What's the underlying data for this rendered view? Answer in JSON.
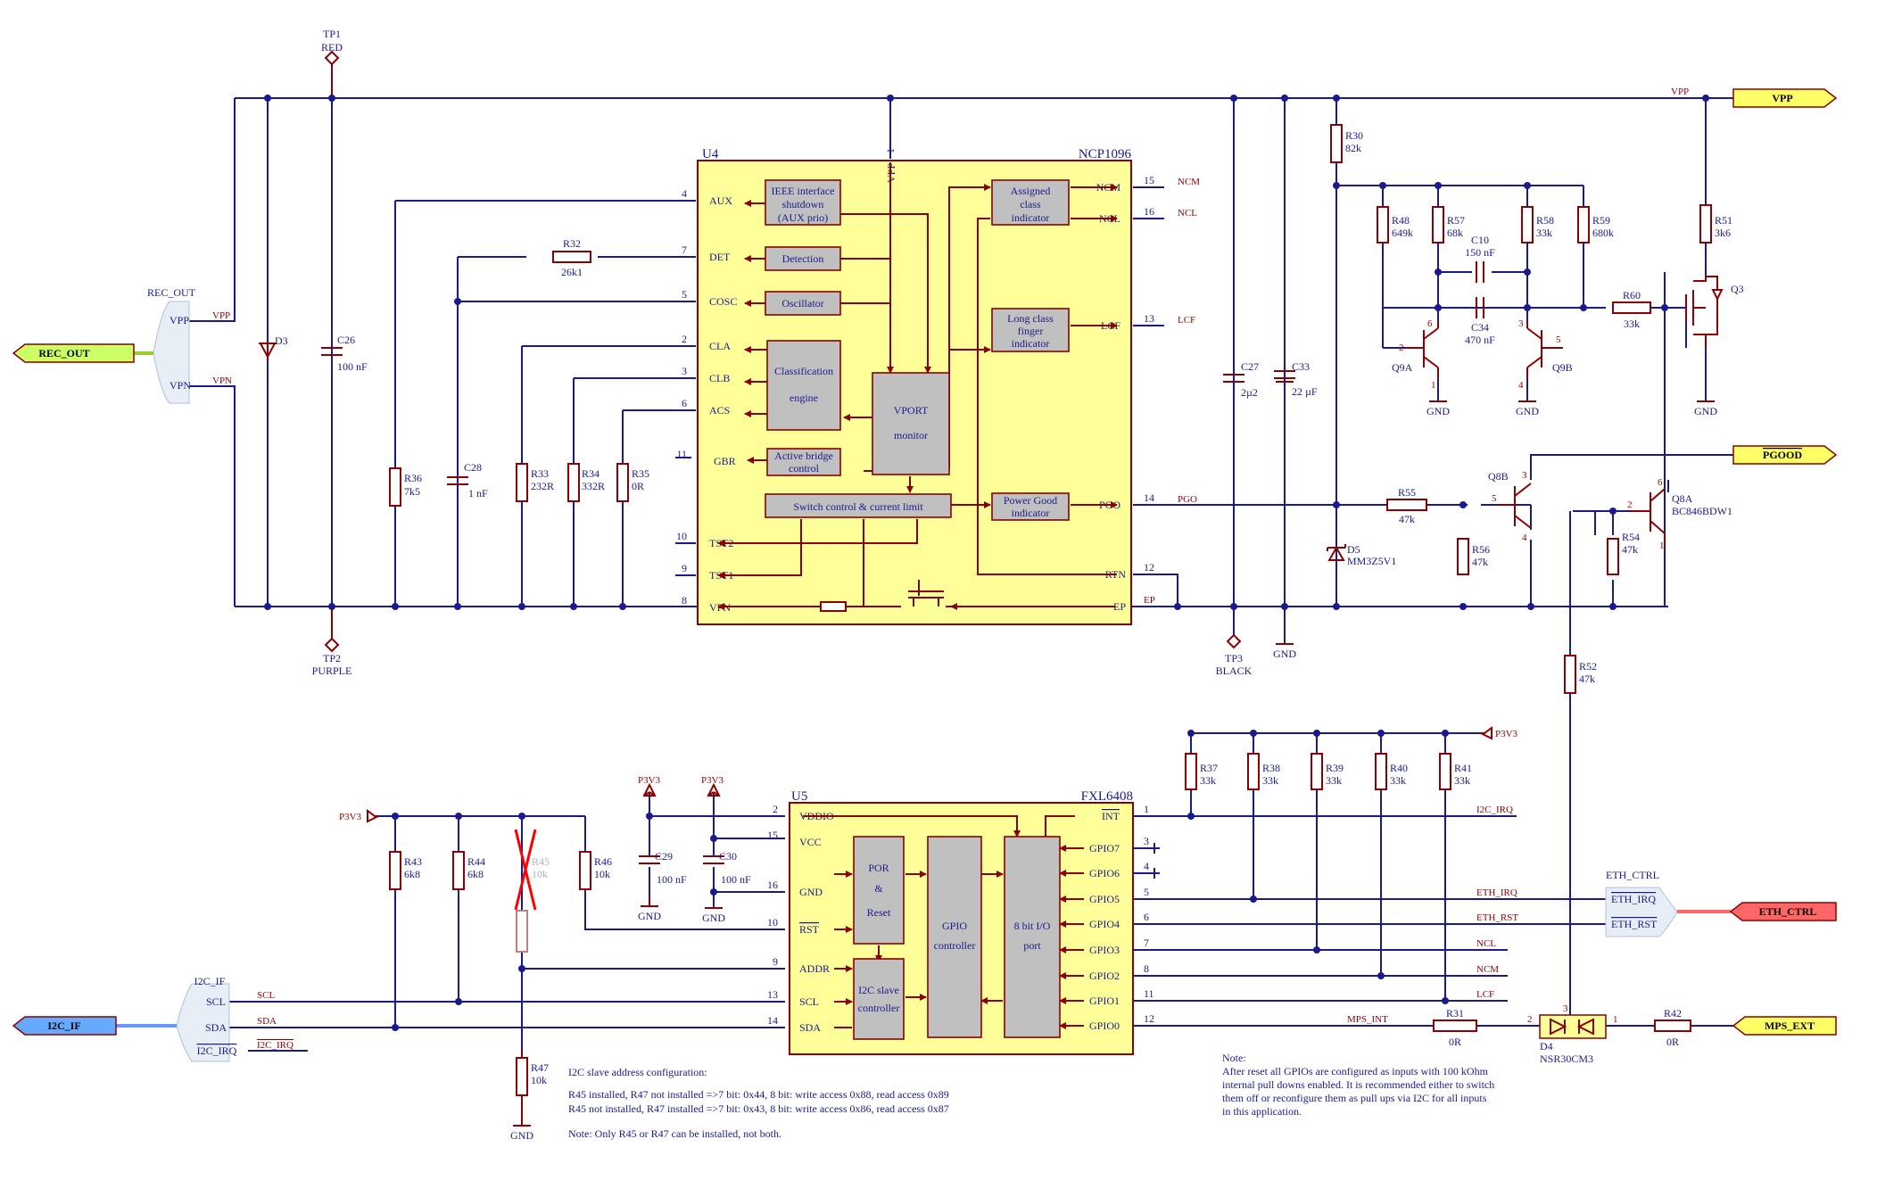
{
  "u4": {
    "ref": "U4",
    "part": "NCP1096",
    "pins_left": [
      {
        "num": "4",
        "name": "AUX"
      },
      {
        "num": "7",
        "name": "DET"
      },
      {
        "num": "5",
        "name": "COSC"
      },
      {
        "num": "2",
        "name": "CLA"
      },
      {
        "num": "3",
        "name": "CLB"
      },
      {
        "num": "6",
        "name": "ACS"
      },
      {
        "num": "11",
        "name": "GBR"
      },
      {
        "num": "10",
        "name": "TST2"
      },
      {
        "num": "9",
        "name": "TST1"
      },
      {
        "num": "8",
        "name": "VPN"
      }
    ],
    "pins_right": [
      {
        "num": "15",
        "name": "NCM",
        "net": "NCM"
      },
      {
        "num": "16",
        "name": "NCL",
        "net": "NCL"
      },
      {
        "num": "13",
        "name": "LCF",
        "net": "LCF"
      },
      {
        "num": "14",
        "name": "PGO",
        "net": "PGO"
      },
      {
        "num": "12",
        "name": "RTN",
        "net": ""
      },
      {
        "num": "",
        "name": "EP",
        "net": "EP"
      }
    ],
    "pin_top": {
      "num": "1",
      "name": "VPP"
    },
    "blocks": {
      "ieee": [
        "IEEE interface",
        "shutdown",
        "(AUX prio)"
      ],
      "detection": "Detection",
      "oscillator": "Oscillator",
      "classification": [
        "Classification",
        "engine"
      ],
      "vport": [
        "VPORT",
        "monitor"
      ],
      "active_bridge": [
        "Active bridge",
        "control"
      ],
      "switch": "Switch control & current limit",
      "assigned": [
        "Assigned",
        "class",
        "indicator"
      ],
      "long_finger": [
        "Long class",
        "finger",
        "indicator"
      ],
      "power_good": [
        "Power Good",
        "indicator"
      ]
    }
  },
  "u5": {
    "ref": "U5",
    "part": "FXL6408",
    "pins_left": [
      {
        "num": "2",
        "name": "VDDIO"
      },
      {
        "num": "15",
        "name": "VCC"
      },
      {
        "num": "16",
        "name": "GND"
      },
      {
        "num": "10",
        "name": "RST"
      },
      {
        "num": "9",
        "name": "ADDR"
      },
      {
        "num": "13",
        "name": "SCL"
      },
      {
        "num": "14",
        "name": "SDA"
      }
    ],
    "pins_right": [
      {
        "num": "1",
        "name": "INT",
        "net": "I2C_IRQ"
      },
      {
        "num": "3",
        "name": "GPIO7",
        "net": ""
      },
      {
        "num": "4",
        "name": "GPIO6",
        "net": ""
      },
      {
        "num": "5",
        "name": "GPIO5",
        "net": "ETH_IRQ"
      },
      {
        "num": "6",
        "name": "GPIO4",
        "net": "ETH_RST"
      },
      {
        "num": "7",
        "name": "GPIO3",
        "net": "NCL"
      },
      {
        "num": "8",
        "name": "GPIO2",
        "net": "NCM"
      },
      {
        "num": "11",
        "name": "GPIO1",
        "net": "LCF"
      },
      {
        "num": "12",
        "name": "GPIO0",
        "net": "MPS_INT"
      }
    ],
    "blocks": {
      "por": [
        "POR",
        "&",
        "Reset"
      ],
      "gpio_ctrl": [
        "GPIO",
        "controller"
      ],
      "io_port": [
        "8 bit I/O",
        "port"
      ],
      "i2c": [
        "I2C slave",
        "controller"
      ]
    }
  },
  "components": {
    "tp1": [
      "TP1",
      "RED"
    ],
    "tp2": [
      "TP2",
      "PURPLE"
    ],
    "tp3": [
      "TP3",
      "BLACK"
    ],
    "d3": "D3",
    "c26": [
      "C26",
      "100 nF"
    ],
    "r36": [
      "R36",
      "7k5"
    ],
    "c28": [
      "C28",
      "1 nF"
    ],
    "r32": [
      "R32",
      "26k1"
    ],
    "r33": [
      "R33",
      "232R"
    ],
    "r34": [
      "R34",
      "332R"
    ],
    "r35": [
      "R35",
      "0R"
    ],
    "c27": [
      "C27",
      "2µ2"
    ],
    "c33": [
      "C33",
      "22 µF"
    ],
    "r30": [
      "R30",
      "82k"
    ],
    "d5": [
      "D5",
      "MM3Z5V1"
    ],
    "r48": [
      "R48",
      "649k"
    ],
    "r57": [
      "R57",
      "68k"
    ],
    "c10": [
      "C10",
      "150 nF"
    ],
    "r58": [
      "R58",
      "33k"
    ],
    "r59": [
      "R59",
      "680k"
    ],
    "c34": [
      "C34",
      "470 nF"
    ],
    "r60": [
      "R60",
      "33k"
    ],
    "r51": [
      "R51",
      "3k6"
    ],
    "q3": "Q3",
    "q9a": "Q9A",
    "q9b": "Q9B",
    "r55": [
      "R55",
      "47k"
    ],
    "r56": [
      "R56",
      "47k"
    ],
    "q8b": "Q8B",
    "q8a": [
      "Q8A",
      "BC846BDW1"
    ],
    "r54": [
      "R54",
      "47k"
    ],
    "r52": [
      "R52",
      "47k"
    ],
    "r43": [
      "R43",
      "6k8"
    ],
    "r44": [
      "R44",
      "6k8"
    ],
    "r45": [
      "R45",
      "10k"
    ],
    "r46": [
      "R46",
      "10k"
    ],
    "r47": [
      "R47",
      "10k"
    ],
    "c29": [
      "C29",
      "100 nF"
    ],
    "c30": [
      "C30",
      "100 nF"
    ],
    "r37": [
      "R37",
      "33k"
    ],
    "r38": [
      "R38",
      "33k"
    ],
    "r39": [
      "R39",
      "33k"
    ],
    "r40": [
      "R40",
      "33k"
    ],
    "r41": [
      "R41",
      "33k"
    ],
    "r31": [
      "R31",
      "0R"
    ],
    "d4": [
      "D4",
      "NSR30CM3"
    ],
    "r42": [
      "R42",
      "0R"
    ]
  },
  "nets": {
    "vpp": "VPP",
    "vpn": "VPN",
    "p3v3": "P3V3",
    "gnd": "GND",
    "scl": "SCL",
    "sda": "SDA",
    "i2c_irq": "I2C_IRQ",
    "pgo": "PGO",
    "ep": "EP"
  },
  "ports": {
    "rec_out": "REC_OUT",
    "vpp": "VPP",
    "pgood": "PGOOD",
    "i2c_if": "I2C_IF",
    "eth_ctrl": "ETH_CTRL",
    "mps_ext": "MPS_EXT"
  },
  "buses": {
    "rec_out": {
      "title": "REC_OUT",
      "pins": [
        "VPP",
        "VPN"
      ]
    },
    "i2c_if": {
      "title": "I2C_IF",
      "pins": [
        "SCL",
        "SDA",
        "I2C_IRQ"
      ]
    },
    "eth_ctrl": {
      "title": "ETH_CTRL",
      "pins": [
        "ETH_IRQ",
        "ETH_RST"
      ]
    }
  },
  "notes": {
    "addr": [
      "I2C slave address configuration:",
      "R45 installed, R47 not installed =>7 bit: 0x44, 8 bit: write access 0x88, read access 0x89",
      "R45 not installed, R47 installed =>7 bit: 0x43, 8 bit: write access 0x86, read access 0x87",
      "Note: Only R45 or R47 can be installed, not both."
    ],
    "gpio": [
      "Note:",
      "After reset all GPIOs are configured as inputs with 100 kOhm",
      "internal pull downs enabled. It is recommended either to switch",
      "them off or reconfigure them as pull ups via I2C for all inputs",
      "in this application."
    ]
  },
  "colors": {
    "wire": "#1a1a8c",
    "symbol": "#8b0000",
    "chip_fill": "#ffff99",
    "block_fill": "#c0c0c0",
    "port_yellow": "#ffff66",
    "port_green": "#ccff66",
    "port_blue": "#66aaff",
    "port_red": "#ff6666"
  }
}
